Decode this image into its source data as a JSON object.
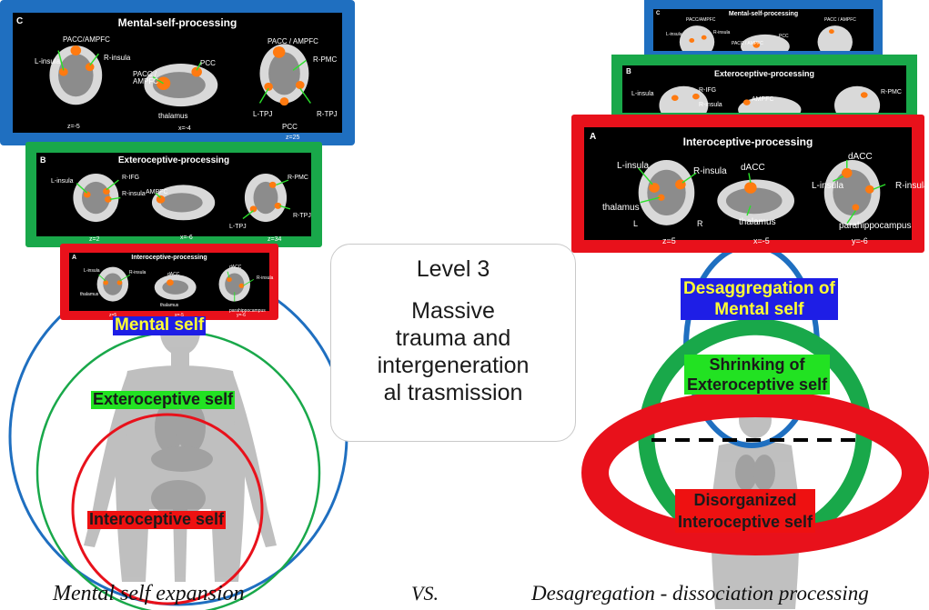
{
  "left_stack": {
    "mental": {
      "letter": "C",
      "title": "Mental-self-processing",
      "labels": [
        "PACC/AMPFC",
        "L-insula",
        "R-insula",
        "PACC / AMPFC",
        "PCC",
        "thalamus",
        "PACC / AMPFC",
        "R-PMC",
        "L-TPJ",
        "PCC",
        "R-TPJ"
      ],
      "coords": [
        "z=-5",
        "x=-4",
        "z=25"
      ]
    },
    "extero": {
      "letter": "B",
      "title": "Exteroceptive-processing",
      "labels": [
        "L-insula",
        "R-IFG",
        "R-insula",
        "AMPFC",
        "R-PMC",
        "L-TPJ",
        "R-TPJ"
      ],
      "coords": [
        "z=2",
        "x=-6",
        "z=34"
      ]
    },
    "intero": {
      "letter": "A",
      "title": "Interoceptive-processing",
      "labels": [
        "L-insula",
        "R-insula",
        "thalamus",
        "dACC",
        "thalamus",
        "dACC",
        "R-insula",
        "parahippocampus"
      ],
      "coords": [
        "z=5",
        "x=-5",
        "y=-6"
      ]
    }
  },
  "right_stack": {
    "mental": {
      "letter": "C",
      "title": "Mental-self-processing",
      "labels": [
        "PACC/AMPFC",
        "L-insula",
        "R-insula",
        "PACC / AMPFC",
        "PCC",
        "PACC / AMPFC"
      ]
    },
    "extero": {
      "letter": "B",
      "title": "Exteroceptive-processing",
      "labels": [
        "L-insula",
        "R-IFG",
        "R-insula",
        "AMPFC",
        "R-PMC"
      ]
    },
    "intero": {
      "letter": "A",
      "title": "Interoceptive-processing",
      "labels": [
        "L-insula",
        "R-insula",
        "thalamus",
        "L",
        "R",
        "dACC",
        "thalamus",
        "dACC",
        "L-insula",
        "R-insula",
        "parahippocampus"
      ],
      "coords": [
        "z=5",
        "x=-5",
        "y=-6"
      ]
    }
  },
  "center_box": {
    "title": "Level 3",
    "lines": [
      "Massive",
      "trauma and",
      "intergeneration",
      "al trasmission"
    ]
  },
  "left_labels": {
    "mental": "Mental self",
    "extero": "Exteroceptive self",
    "intero": "Interoceptive self"
  },
  "right_labels": {
    "mental_1": "Desaggregation of",
    "mental_2": "Mental self",
    "extero_1": "Shrinking of",
    "extero_2": "Exteroceptive self",
    "intero_1": "Disorganized",
    "intero_2": "Interoceptive self"
  },
  "captions": {
    "left": "Mental self expansion",
    "middle": "VS.",
    "right": "Desagregation - dissociation processing"
  },
  "colors": {
    "blue": "#1f6fc0",
    "green": "#19a84a",
    "red": "#e8111b",
    "label_blue_bg": "#1e1ee6",
    "label_green_bg": "#22e222",
    "label_red_bg": "#ee1111",
    "label_yellow_text": "#ffff33",
    "silhouette": "#b8b8b8"
  }
}
